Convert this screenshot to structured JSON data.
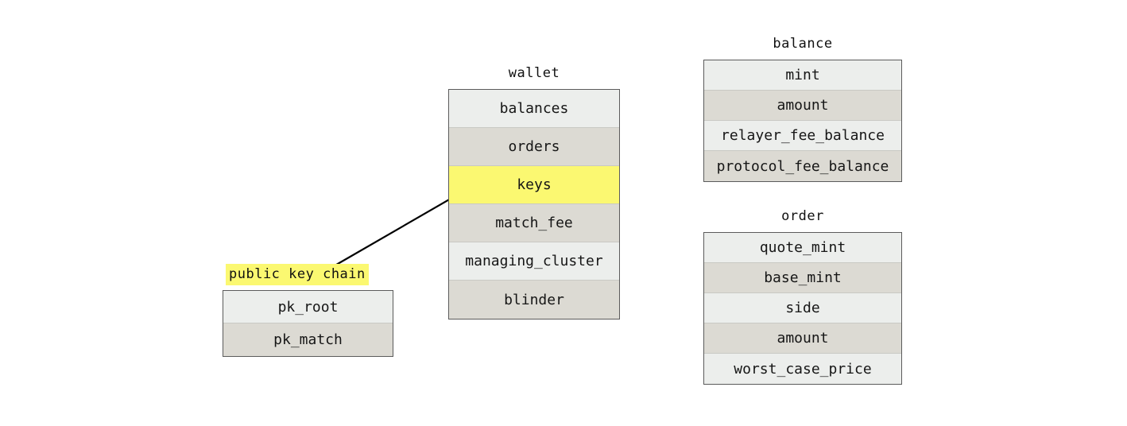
{
  "diagram": {
    "background_color": "#ffffff",
    "highlight_color": "#fbf871",
    "row_light_color": "#eceeec",
    "row_dark_color": "#dcdad3",
    "border_color": "#5b5b5b",
    "entities": {
      "wallet": {
        "title": "wallet",
        "rows": [
          {
            "label": "balances"
          },
          {
            "label": "orders"
          },
          {
            "label": "keys"
          },
          {
            "label": "match_fee"
          },
          {
            "label": "managing_cluster"
          },
          {
            "label": "blinder"
          }
        ]
      },
      "pk_chain": {
        "title": "public key chain",
        "rows": [
          {
            "label": "pk_root"
          },
          {
            "label": "pk_match"
          }
        ]
      },
      "balance": {
        "title": "balance",
        "rows": [
          {
            "label": "mint"
          },
          {
            "label": "amount"
          },
          {
            "label": "relayer_fee_balance"
          },
          {
            "label": "protocol_fee_balance"
          }
        ]
      },
      "order": {
        "title": "order",
        "rows": [
          {
            "label": "quote_mint"
          },
          {
            "label": "base_mint"
          },
          {
            "label": "side"
          },
          {
            "label": "amount"
          },
          {
            "label": "worst_case_price"
          }
        ]
      }
    },
    "connector": {
      "from_field": "keys",
      "to_entity": "public key chain",
      "color": "#000000"
    }
  }
}
